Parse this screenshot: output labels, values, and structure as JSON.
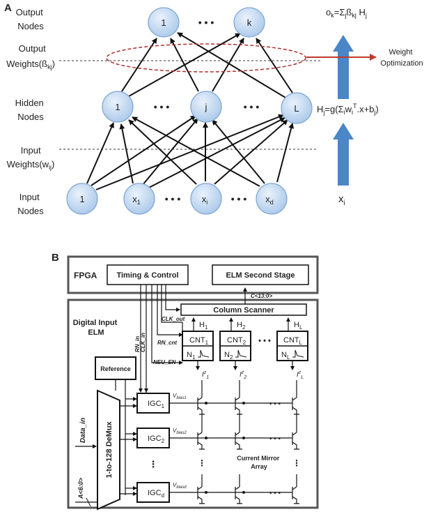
{
  "panel_a": {
    "label": "A",
    "left_labels": {
      "output_nodes": [
        "Output",
        "Nodes"
      ],
      "output_weights": [
        "Output",
        "Weights(ß",
        "kj",
        ")"
      ],
      "hidden_nodes": [
        "Hidden",
        "Nodes"
      ],
      "input_weights": [
        "Input",
        "Weights(w",
        "ij",
        ")"
      ],
      "input_nodes": [
        "Input",
        "Nodes"
      ]
    },
    "output_nodes": [
      "1",
      "k"
    ],
    "hidden_nodes": [
      "1",
      "j",
      "L"
    ],
    "input_nodes": [
      "1",
      "x",
      "x",
      "x"
    ],
    "input_subs": [
      "",
      "1",
      "i",
      "d"
    ],
    "ellipsis": "• • •",
    "formula_output": [
      "o",
      "k",
      "=Σ",
      "j",
      "ß",
      "kj",
      " H",
      "j"
    ],
    "formula_hidden": [
      "H",
      "j",
      "=g(Σ",
      "i",
      "w",
      "i",
      "T",
      ".x+b",
      "j",
      ")"
    ],
    "input_x": [
      "x",
      "i"
    ],
    "weight_opt": [
      "Weight",
      "Optimization"
    ]
  },
  "panel_b": {
    "label": "B",
    "fpga": "FPGA",
    "timing": "Timing & Control",
    "elm_second": "ELM Second Stage",
    "bus": "C<13:0>",
    "column_scanner": "Column Scanner",
    "digital_input": [
      "Digital Input",
      "ELM"
    ],
    "clk_out": "CLK_out",
    "rn_cnt": "RN_cnt",
    "neu_en": "NEU_EN",
    "rn_in": "RN_in",
    "clk_in": "CLK_in",
    "reference": "Reference",
    "demux": "1-to-128 DeMux",
    "data_in": "Data_in",
    "addr": "A<6:0>",
    "h_outputs": [
      "H",
      "H",
      "H"
    ],
    "h_subs": [
      "1",
      "2",
      "L"
    ],
    "cnt": [
      "CNT",
      "CNT",
      "CNT"
    ],
    "cnt_subs": [
      "1",
      "2",
      "L"
    ],
    "n": [
      "N",
      "N",
      "N"
    ],
    "n_subs": [
      "1",
      "2",
      "L"
    ],
    "iz": [
      "I",
      "I",
      "I"
    ],
    "iz_subs": [
      "1",
      "2",
      "L"
    ],
    "iz_sup": "z",
    "igc": [
      "IGC",
      "IGC",
      "IGC"
    ],
    "igc_subs": [
      "1",
      "2",
      "d"
    ],
    "vbias": [
      "V",
      "V",
      "V"
    ],
    "vbias_subs": [
      "bias1",
      "bias2",
      "biasd"
    ],
    "mirror": [
      "Current Mirror",
      "Array"
    ],
    "dots_h": "• • •",
    "dots_v": "⋮"
  }
}
